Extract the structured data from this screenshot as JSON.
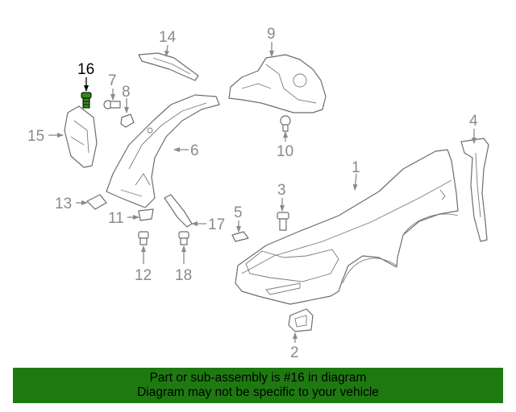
{
  "diagram": {
    "highlight_color": "#2f8a1c",
    "callouts": [
      {
        "id": "1",
        "label": "1"
      },
      {
        "id": "2",
        "label": "2"
      },
      {
        "id": "3",
        "label": "3"
      },
      {
        "id": "4",
        "label": "4"
      },
      {
        "id": "5",
        "label": "5"
      },
      {
        "id": "6",
        "label": "6"
      },
      {
        "id": "7",
        "label": "7"
      },
      {
        "id": "8",
        "label": "8"
      },
      {
        "id": "9",
        "label": "9"
      },
      {
        "id": "10",
        "label": "10"
      },
      {
        "id": "11",
        "label": "11"
      },
      {
        "id": "12",
        "label": "12"
      },
      {
        "id": "13",
        "label": "13"
      },
      {
        "id": "14",
        "label": "14"
      },
      {
        "id": "15",
        "label": "15"
      },
      {
        "id": "16",
        "label": "16"
      },
      {
        "id": "17",
        "label": "17"
      },
      {
        "id": "18",
        "label": "18"
      }
    ],
    "highlighted_part": "16"
  },
  "banner": {
    "line1": "Part or sub-assembly is #16 in diagram",
    "line2": "Diagram may not be specific to your vehicle",
    "background": "#1e7a10"
  }
}
